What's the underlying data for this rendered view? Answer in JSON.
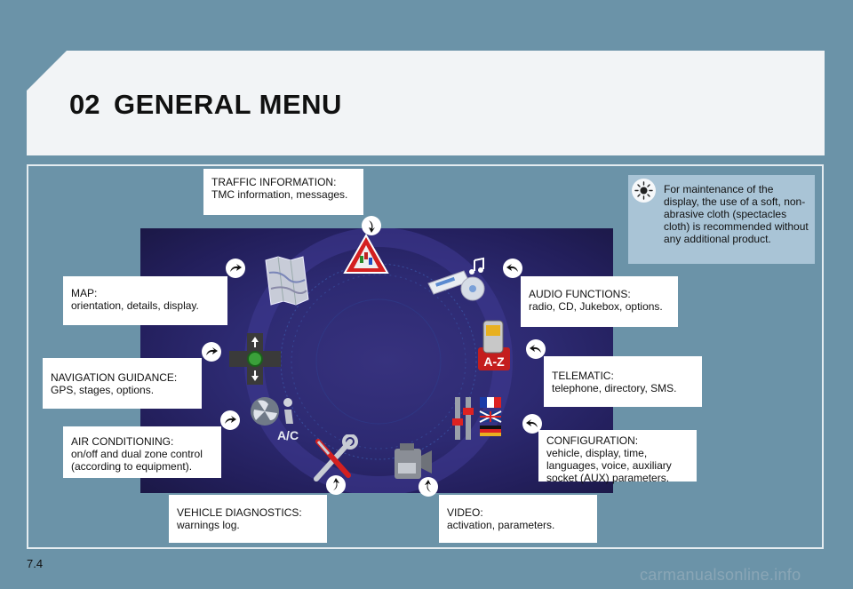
{
  "header": {
    "section_number": "02",
    "title": "GENERAL MENU"
  },
  "tip": {
    "icon": "lightbulb-icon",
    "text": "For maintenance of the display, the use of a soft, non-abrasive cloth (spectacles cloth) is recommended without any additional product."
  },
  "screen_icons": {
    "a_z_label": "A-Z",
    "ac_label": "A/C"
  },
  "callouts": {
    "traffic": {
      "title": "TRAFFIC INFORMATION:",
      "desc": "TMC information, messages."
    },
    "audio": {
      "title": "AUDIO FUNCTIONS:",
      "desc": "radio, CD, Jukebox, options."
    },
    "map": {
      "title": "MAP:",
      "desc": "orientation, details, display."
    },
    "telematic": {
      "title": "TELEMATIC:",
      "desc": "telephone, directory, SMS."
    },
    "navigation": {
      "title": "NAVIGATION GUIDANCE:",
      "desc": "GPS, stages, options."
    },
    "configuration": {
      "title": "CONFIGURATION:",
      "desc": "vehicle, display, time,\nlanguages, voice, auxiliary\nsocket (AUX) parameters."
    },
    "air_conditioning": {
      "title": "AIR CONDITIONING:",
      "desc": "on/off and dual zone control\n(according to equipment)."
    },
    "diagnostics": {
      "title": "VEHICLE DIAGNOSTICS:",
      "desc": "warnings log."
    },
    "video": {
      "title": "VIDEO:",
      "desc": "activation, parameters."
    }
  },
  "footer": {
    "page_number": "7.4",
    "watermark": "carmanualsonline.info"
  },
  "colors": {
    "background": "#6b93a8",
    "tip_box": "#a9c4d6",
    "screen": "#2d2a72"
  }
}
